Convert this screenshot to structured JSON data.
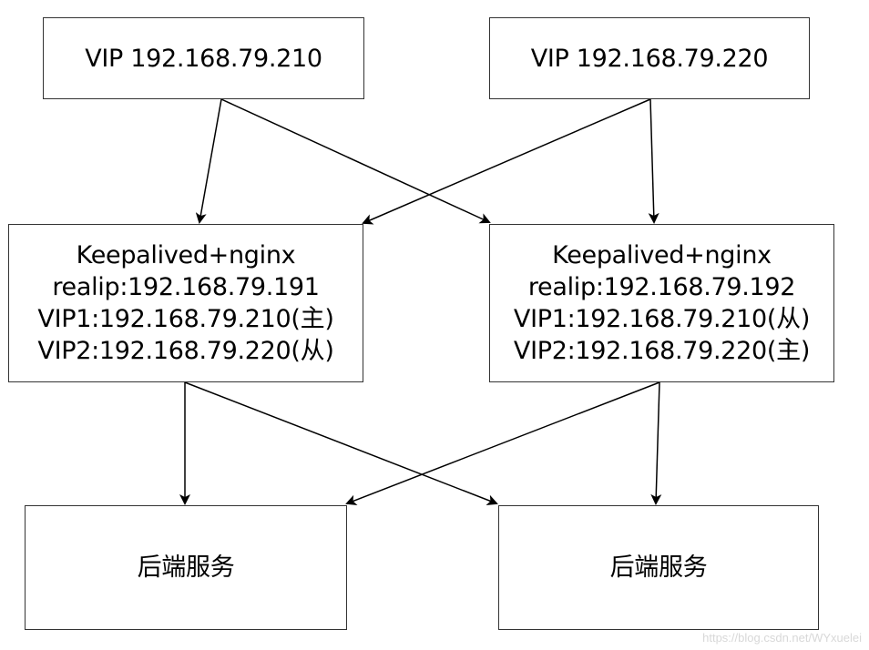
{
  "nodes": {
    "vip_210": {
      "lines": [
        "VIP 192.168.79.210"
      ]
    },
    "vip_220": {
      "lines": [
        "VIP 192.168.79.220"
      ]
    },
    "lb_191": {
      "lines": [
        "Keepalived+nginx",
        "realip:192.168.79.191",
        "VIP1:192.168.79.210(主)",
        "VIP2:192.168.79.220(从)"
      ]
    },
    "lb_192": {
      "lines": [
        "Keepalived+nginx",
        "realip:192.168.79.192",
        "VIP1:192.168.79.210(从)",
        "VIP2:192.168.79.220(主)"
      ]
    },
    "backend_1": {
      "lines": [
        "后端服务"
      ]
    },
    "backend_2": {
      "lines": [
        "后端服务"
      ]
    }
  },
  "edges": [
    {
      "from": "vip_210",
      "to": "lb_191"
    },
    {
      "from": "vip_210",
      "to": "lb_192"
    },
    {
      "from": "vip_220",
      "to": "lb_191"
    },
    {
      "from": "vip_220",
      "to": "lb_192"
    },
    {
      "from": "lb_191",
      "to": "backend_1"
    },
    {
      "from": "lb_191",
      "to": "backend_2"
    },
    {
      "from": "lb_192",
      "to": "backend_1"
    },
    {
      "from": "lb_192",
      "to": "backend_2"
    }
  ],
  "colors": {
    "stroke": "#333333",
    "arrow": "#000000",
    "watermark": "#d8d8d8"
  },
  "watermark": "https://blog.csdn.net/WYxuelei"
}
